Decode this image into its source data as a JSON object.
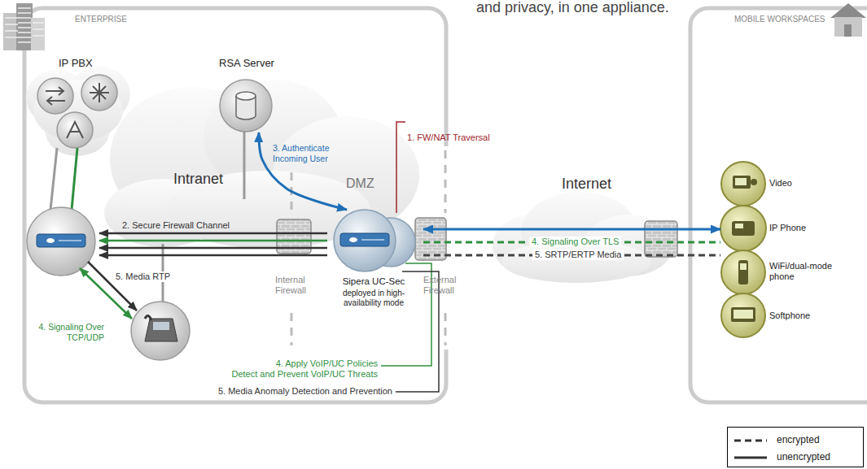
{
  "diagram": {
    "nodes": [
      {
        "text": [
          "ENTERPRISE"
        ]
      },
      {
        "text": [
          "IP PBX"
        ],
        "in": 0
      },
      {
        "text": [
          "RSA Server"
        ],
        "in": 0
      },
      {
        "text": [
          "Intranet"
        ],
        "in": 0
      },
      {
        "text": [
          "Internal Firewall"
        ],
        "in": 0
      },
      {
        "text": [
          "Sipera UC-Sec",
          "deployed in high-availability mode"
        ],
        "in": 0
      },
      {
        "text": [
          "External Firewall"
        ],
        "in": 0
      },
      {
        "text": [
          "Internet"
        ]
      },
      {
        "text": [
          "MOBILE WORKSPACES"
        ]
      },
      {
        "text": [
          "Video"
        ],
        "in": 8
      },
      {
        "text": [
          "IP Phone"
        ],
        "in": 8
      },
      {
        "text": [
          "WiFi/dual-mode phone"
        ],
        "in": 8
      },
      {
        "text": [
          "Softphone"
        ],
        "in": 8
      }
    ],
    "edges": [
      {
        "from": 5,
        "to": 2,
        "arrow": "both",
        "label": "3. Authenticate Incoming User"
      },
      {
        "from": 5,
        "to": 10,
        "arrow": "both"
      },
      {
        "from": 5,
        "to": 10,
        "arrow": "none",
        "label": "4. Signaling Over TLS"
      },
      {
        "from": 5,
        "to": 10,
        "arrow": "none",
        "label": "5. SRTP/ERTP Media"
      }
    ],
    "labels": [
      "and privacy, in one appliance.",
      "DMZ",
      "1. FW/NAT Traversal",
      "2. Secure Firewall Channel",
      "5. Media RTP",
      "4. Signaling Over TCP/UDP",
      "4. Apply VoIP/UC Policies",
      "Detect and Prevent VoIP/UC Threats",
      "5. Media Anomaly Detection and Prevention"
    ],
    "legend": [
      {
        "text": "encrypted"
      },
      {
        "text": "unencrypted"
      }
    ]
  }
}
